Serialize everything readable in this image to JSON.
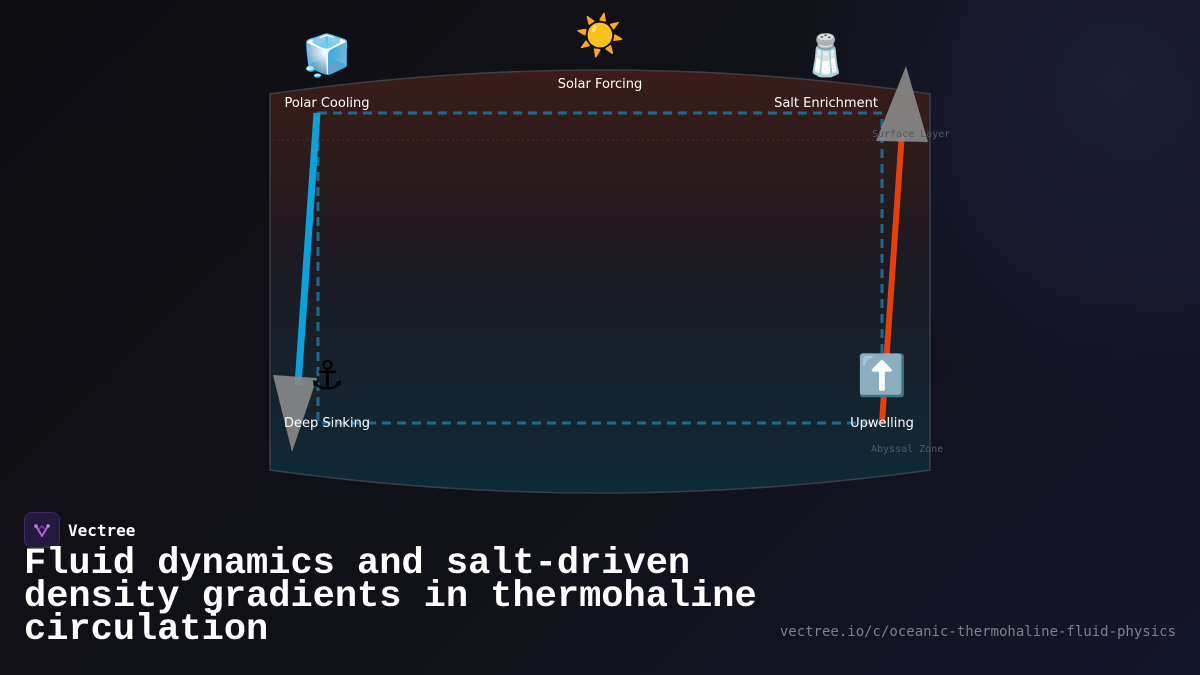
{
  "diagram": {
    "nodes": {
      "polar_cooling": {
        "label": "Polar Cooling",
        "icon": "ice-cube-icon",
        "glyph": "🧊"
      },
      "solar_forcing": {
        "label": "Solar Forcing",
        "icon": "sun-icon",
        "glyph": "☀️"
      },
      "salt_enrichment": {
        "label": "Salt Enrichment",
        "icon": "salt-shaker-icon",
        "glyph": "🧂"
      },
      "deep_sinking": {
        "label": "Deep Sinking",
        "icon": "anchor-icon",
        "glyph": "⚓"
      },
      "upwelling": {
        "label": "Upwelling",
        "icon": "up-arrow-icon",
        "glyph": "⬆️"
      }
    },
    "zones": {
      "surface": "Surface Layer",
      "abyssal": "Abyssal Zone"
    },
    "colors": {
      "cold_flow": "#0ea0d8",
      "warm_flow": "#e2410f",
      "loop": "#1e6a8f",
      "surface_water": "#3a1c18",
      "deep_water": "#0e2a36"
    }
  },
  "brand": {
    "name": "Vectree"
  },
  "title": "Fluid dynamics and salt-driven density gradients in thermohaline circulation",
  "url": "vectree.io/c/oceanic-thermohaline-fluid-physics"
}
